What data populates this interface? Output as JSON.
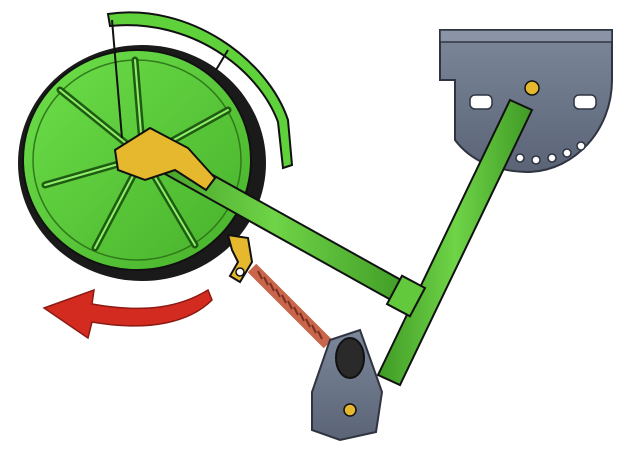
{
  "figure": {
    "colors": {
      "background": "#ffffff",
      "wheel_green": "#5fd13a",
      "wheel_dark": "#1f5c12",
      "tire": "#1a1a1a",
      "frame_green": "#62c83c",
      "bracket_gray": "#6b7587",
      "bracket_dark": "#2f3440",
      "linkage_yellow": "#e6b82e",
      "spring": "#c8654a",
      "arrow_red": "#d42b20",
      "outline": "#111111"
    },
    "components": [
      {
        "name": "gauge-wheel",
        "icon": "spoked-wheel"
      },
      {
        "name": "wheel-fender",
        "icon": "curved-guard"
      },
      {
        "name": "mounting-bracket",
        "icon": "hole-plate"
      },
      {
        "name": "main-arm",
        "icon": "tube-beam"
      },
      {
        "name": "wheel-arm",
        "icon": "tube-beam"
      },
      {
        "name": "pivot-linkage",
        "icon": "yellow-link"
      },
      {
        "name": "tension-spring",
        "icon": "coil-spring"
      },
      {
        "name": "rotation-arrow",
        "icon": "curved-arrow-left"
      },
      {
        "name": "lower-bracket",
        "icon": "gray-foot"
      }
    ]
  }
}
